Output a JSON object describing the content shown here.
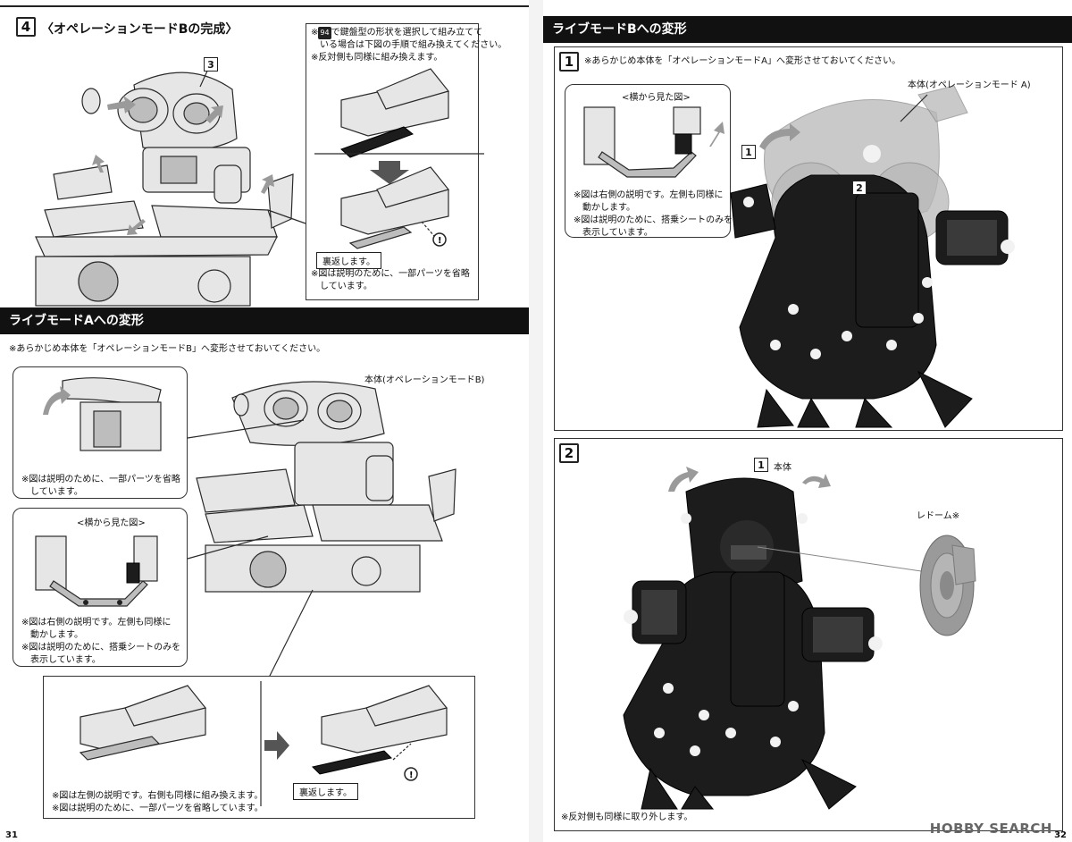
{
  "left_page": {
    "step4": {
      "number": "4",
      "title": "〈オペレーションモードBの完成〉",
      "callout_number": "3",
      "inset_note_badge": "94",
      "inset_note_lines": [
        "で鍵盤型の形状を選択して組み立てて",
        "いる場合は下図の手順で組み換えてください。",
        "※反対側も同様に組み換えます。"
      ],
      "flip_label": "裏返します。",
      "omit_note_lines": [
        "※図は説明のために、一部パーツを省略",
        "しています。"
      ]
    },
    "live_a": {
      "banner": "ライブモードAへの変形",
      "pre_note": "※あらかじめ本体を「オペレーションモードB」へ変形させておいてください。",
      "body_label": "本体(オペレーションモードB)",
      "inset1_note_lines": [
        "※図は説明のために、一部パーツを省略",
        "しています。"
      ],
      "side_view_label": "<横から見た図>",
      "inset2_note_lines": [
        "※図は右側の説明です。左側も同様に",
        "動かします。",
        "※図は説明のために、搭乗シートのみを",
        "表示しています。"
      ],
      "flip_label": "裏返します。",
      "bottom_note_lines": [
        "※図は左側の説明です。右側も同様に組み換えます。",
        "※図は説明のために、一部パーツを省略しています。"
      ]
    },
    "page_number": "31"
  },
  "right_page": {
    "live_b": {
      "banner": "ライブモードBへの変形"
    },
    "step1": {
      "number": "1",
      "note": "※あらかじめ本体を「オペレーションモードA」へ変形させておいてください。",
      "body_label": "本体(オペレーションモード A)",
      "side_view_label": "<横から見た図>",
      "inset_note_lines": [
        "※図は右側の説明です。左側も同様に",
        "動かします。",
        "※図は説明のために、搭乗シートのみを",
        "表示しています。"
      ],
      "callout_1": "1",
      "callout_2": "2"
    },
    "step2": {
      "number": "2",
      "callout": "1",
      "body_label": "本体",
      "radome_label": "レドーム※",
      "note": "※反対側も同様に取り外します。"
    },
    "page_number": "32",
    "watermark": "HOBBY SEARCH"
  }
}
